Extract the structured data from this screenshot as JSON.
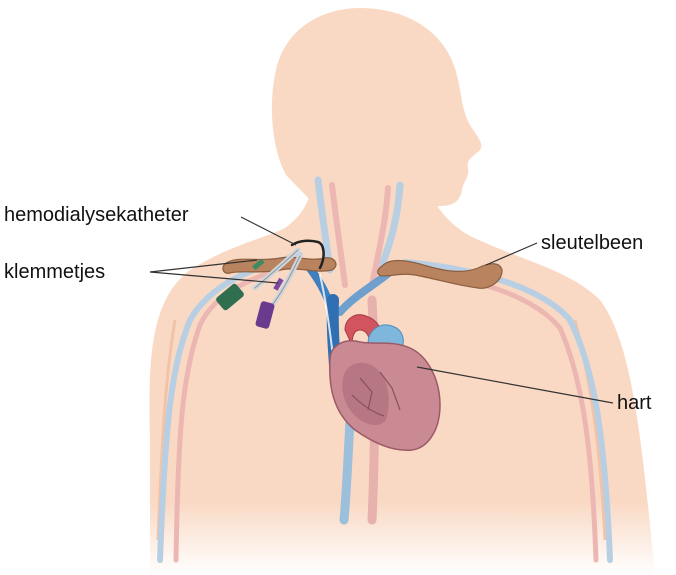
{
  "labels": {
    "catheter": "hemodialysekatheter",
    "clamps": "klemmetjes",
    "collarbone": "sleutelbeen",
    "heart": "hart"
  },
  "colors": {
    "skin": "#f9d9c4",
    "skin_edge": "#f2c3a6",
    "vein": "#8fb8d8",
    "vein_dark": "#3e7fbf",
    "artery": "#e8a0a0",
    "artery_dark": "#c9454f",
    "heart": "#c98a94",
    "heart_dark": "#9b5a66",
    "bone": "#b8835e",
    "catheter": "#d8dde2",
    "clamp_green": "#2f6e4f",
    "clamp_purple": "#6a3a8f",
    "leader_line": "#333333"
  }
}
